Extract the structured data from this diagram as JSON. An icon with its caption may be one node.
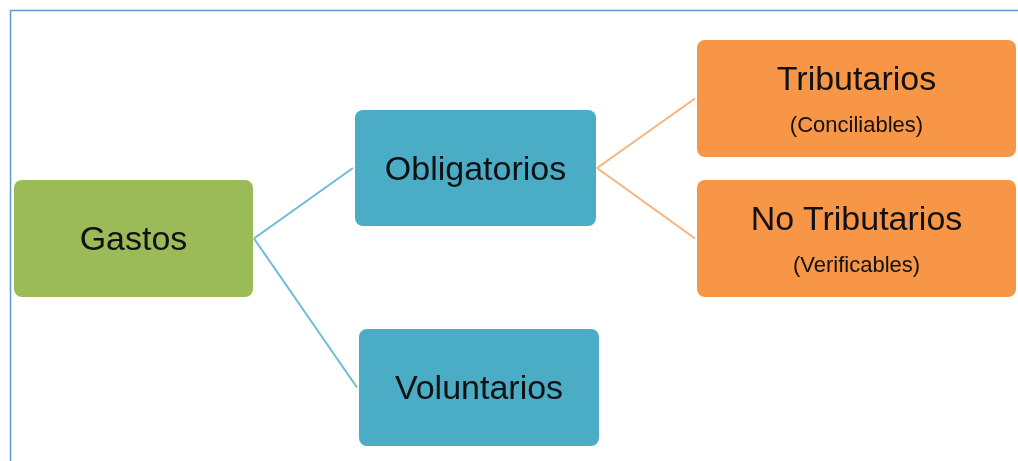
{
  "diagram": {
    "nodes": [
      {
        "text": [
          "Gastos"
        ]
      },
      {
        "text": [
          "Obligatorios"
        ]
      },
      {
        "text": [
          "Voluntarios"
        ]
      },
      {
        "text": [
          "Tributarios",
          "(Conciliables)"
        ]
      },
      {
        "text": [
          "No Tributarios",
          "(Verificables)"
        ]
      }
    ],
    "edges": [
      {
        "from": 0,
        "to": 1,
        "arrow": "none",
        "color": "#6fbcd5"
      },
      {
        "from": 0,
        "to": 2,
        "arrow": "none",
        "color": "#6fbcd5"
      },
      {
        "from": 1,
        "to": 3,
        "arrow": "none",
        "color": "#f9b27a"
      },
      {
        "from": 1,
        "to": 4,
        "arrow": "none",
        "color": "#f9b27a"
      }
    ]
  }
}
